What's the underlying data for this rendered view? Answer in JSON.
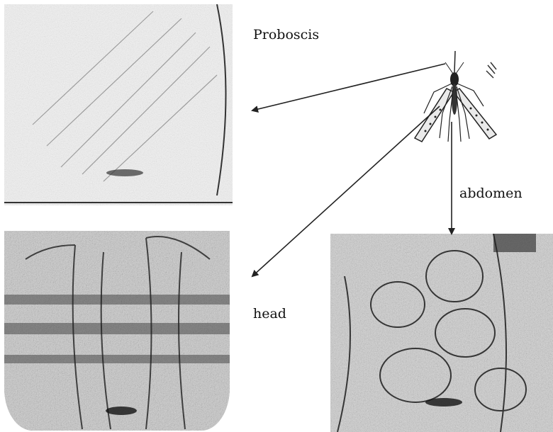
{
  "labels": {
    "proboscis": "Proboscis",
    "abdomen": "abdomen",
    "head": "head"
  },
  "colors": {
    "ink": "#111111",
    "arrow": "#222222"
  }
}
